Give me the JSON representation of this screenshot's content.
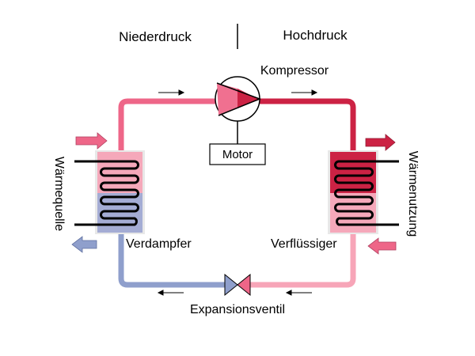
{
  "labels": {
    "low_pressure": "Niederdruck",
    "high_pressure": "Hochdruck",
    "compressor": "Kompressor",
    "motor": "Motor",
    "evaporator": "Verdampfer",
    "condenser": "Verflüssiger",
    "expansion_valve": "Expansionsventil",
    "heat_source": "Wärmequelle",
    "heat_use": "Wärmenutzung"
  },
  "colors": {
    "hot": "#cc2244",
    "warm": "#ee6688",
    "light_pink": "#f4a0b4",
    "pale_pink": "#f7b8c6",
    "cold": "#8f9fcc",
    "cold_fill": "#a4acd4",
    "frame": "#e8e8e8",
    "coil": "#000000"
  }
}
